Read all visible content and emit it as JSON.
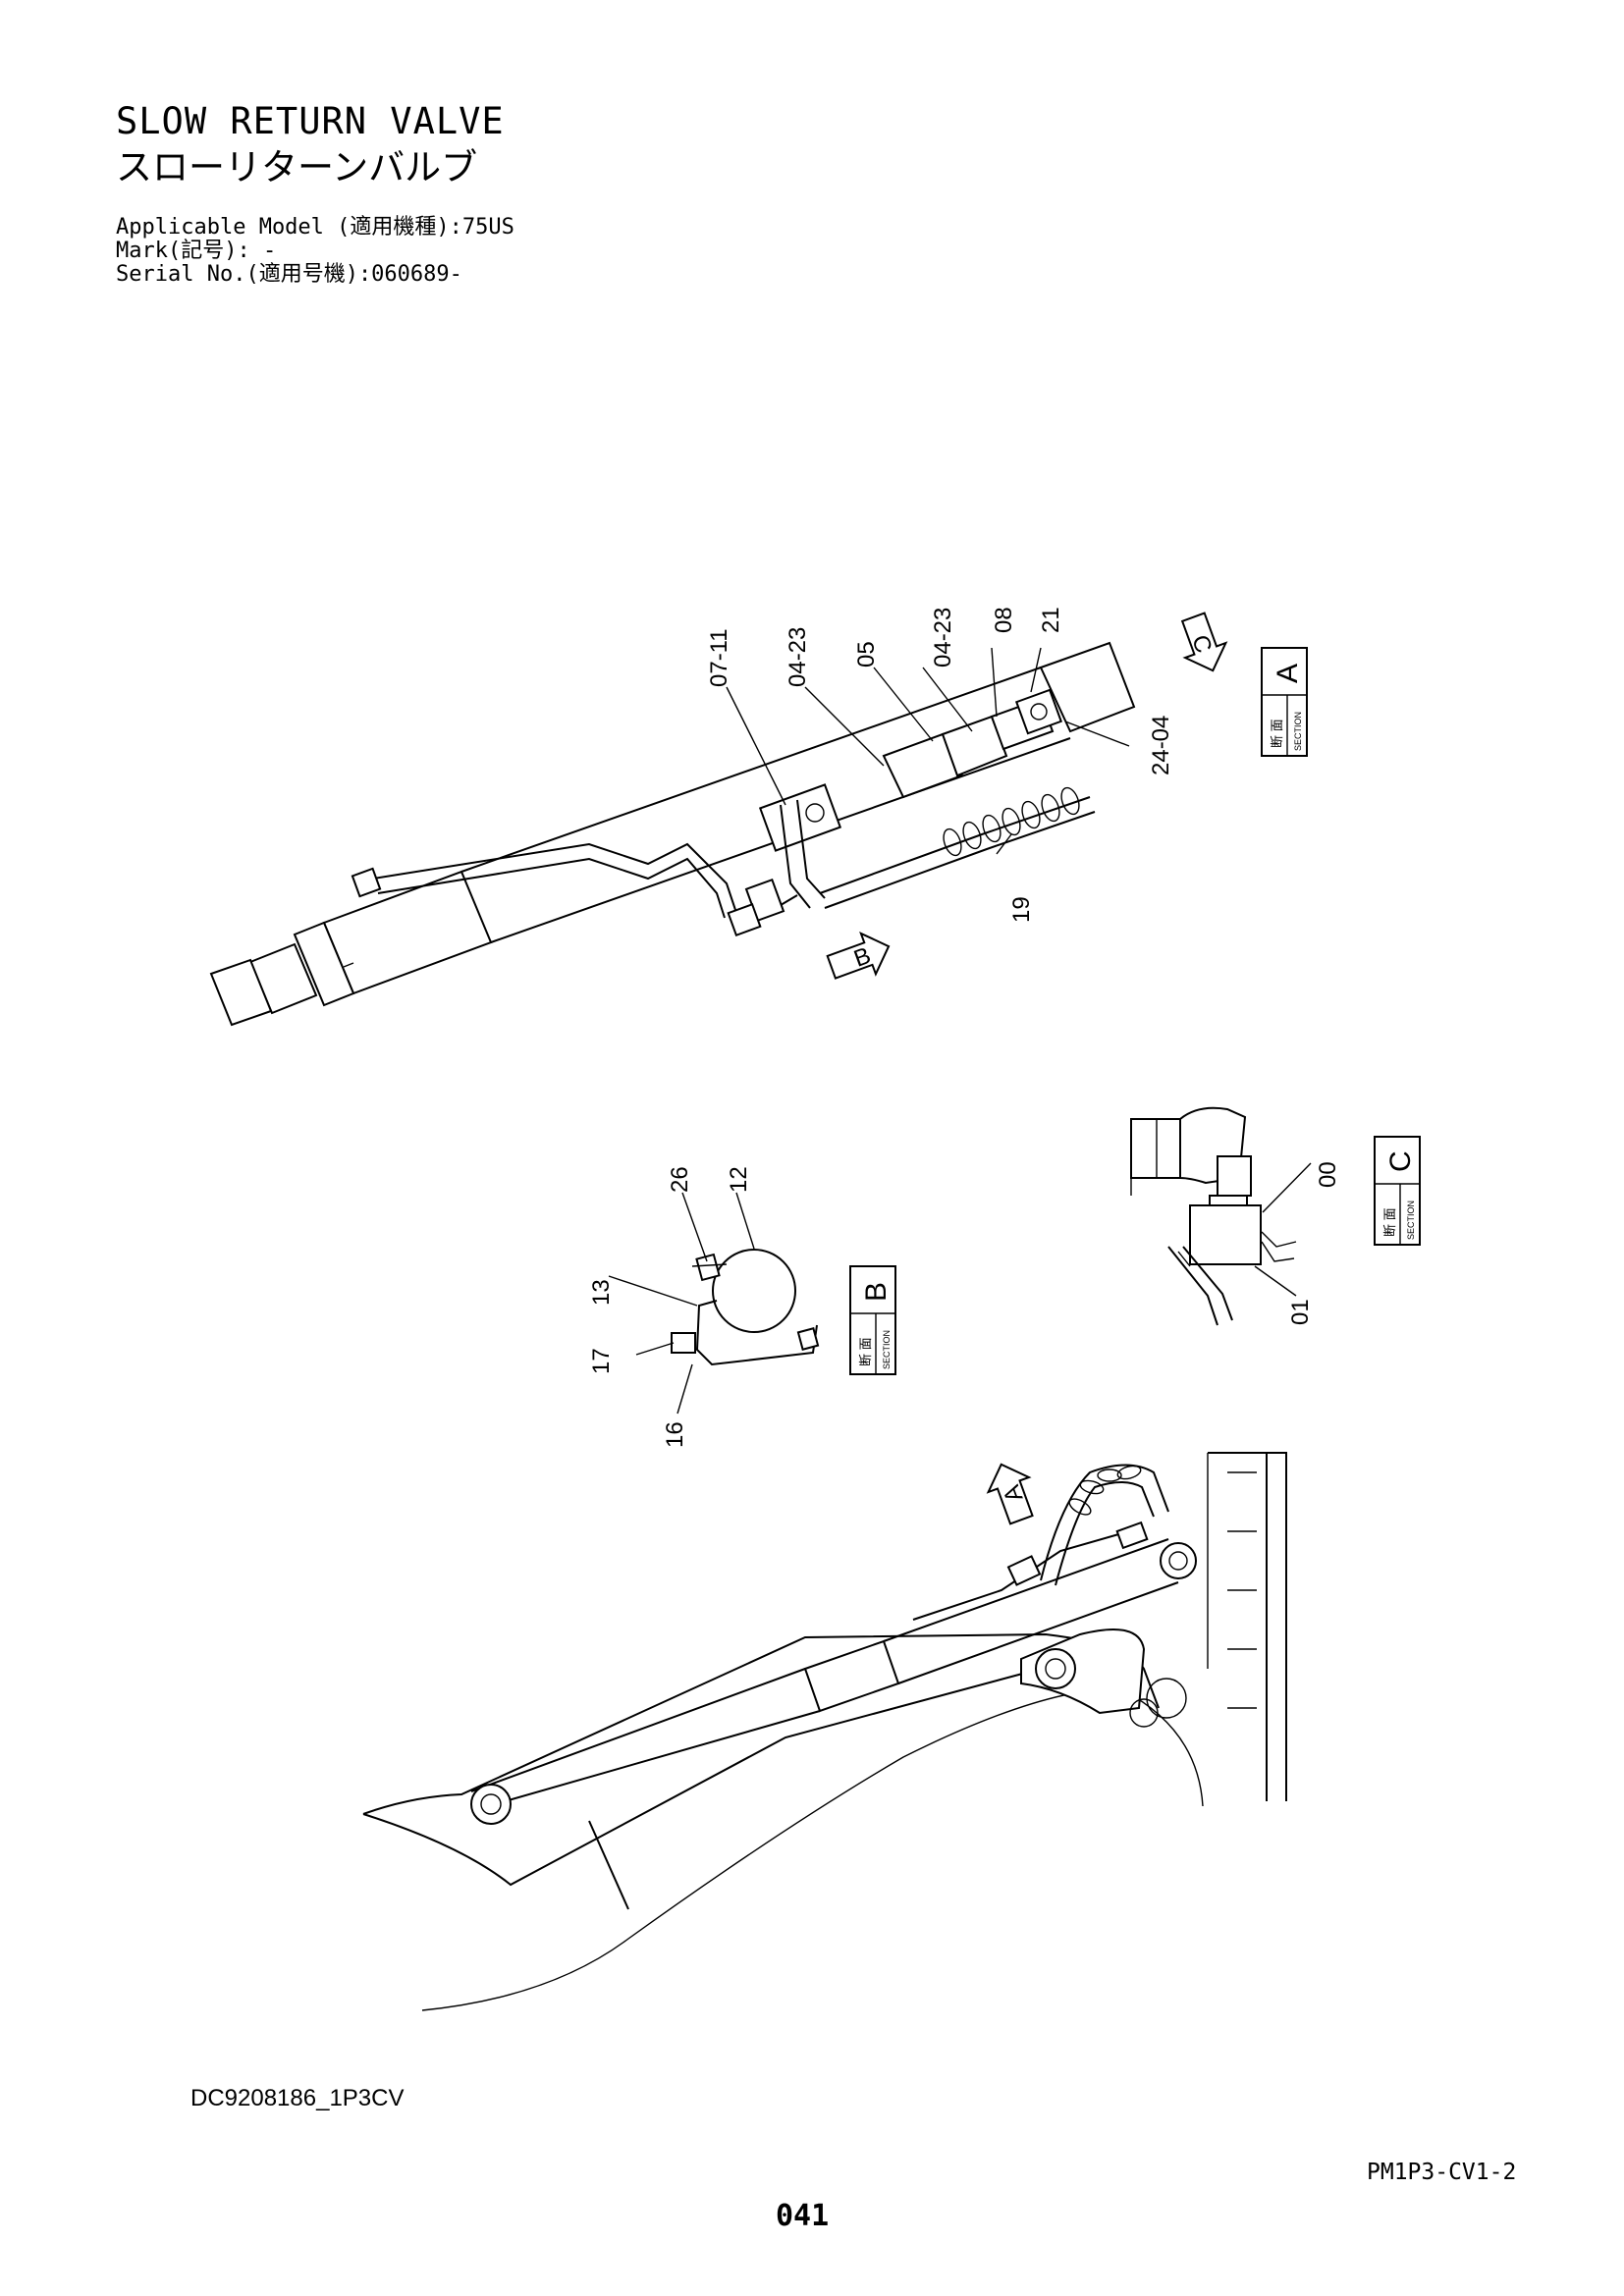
{
  "header": {
    "title_en": "SLOW RETURN VALVE",
    "title_jp": "スローリターンバルブ",
    "applicable_model": "Applicable Model (適用機種):75US",
    "mark": "Mark(記号): -",
    "serial_no": "Serial No.(適用号機):060689-"
  },
  "drawing": {
    "callouts": {
      "c07_11": "07\n-\n11",
      "c04_23a": "04\n-\n23",
      "c05": "05",
      "c04_23b": "04\n-\n23",
      "c08": "08",
      "c21": "21",
      "c24_04": "24\n-\n04",
      "c19": "19",
      "c26": "26",
      "c12": "12",
      "c13": "13",
      "c17": "17",
      "c16": "16",
      "c00": "00",
      "c01": "01"
    },
    "view_arrows": {
      "a": "A",
      "b": "B",
      "c": "C"
    },
    "sections": {
      "a": {
        "letter": "A",
        "jp": "断 面",
        "en": "SECTION"
      },
      "b": {
        "letter": "B",
        "jp": "断 面",
        "en": "SECTION"
      },
      "c": {
        "letter": "C",
        "jp": "断 面",
        "en": "SECTION"
      }
    }
  },
  "footer": {
    "doc_id": "DC9208186_1P3CV",
    "pm_code": "PM1P3-CV1-2",
    "page_number": "041"
  }
}
